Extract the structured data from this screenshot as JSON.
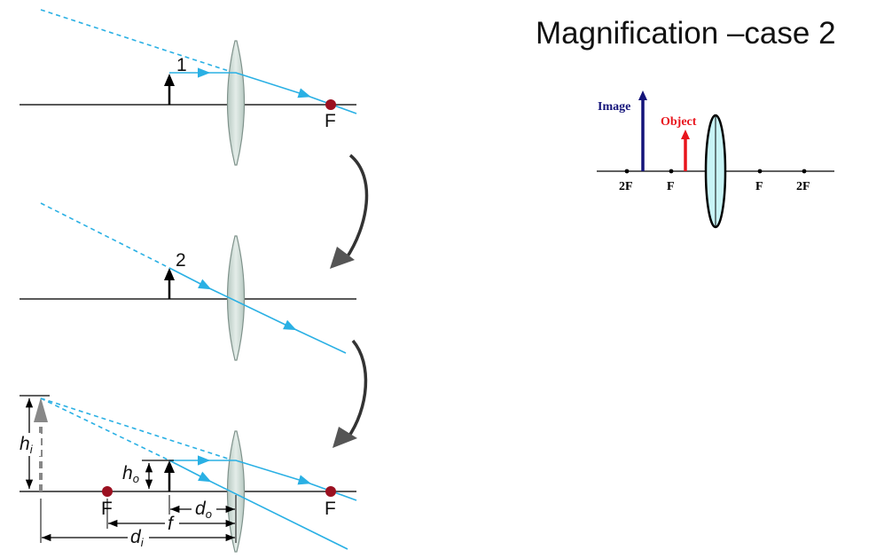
{
  "title": "Magnification –case 2",
  "left_diagram": {
    "ray_1_label": "1",
    "ray_2_label": "2",
    "focal_label": "F",
    "h_i": "h",
    "h_i_sub": "i",
    "h_o": "h",
    "h_o_sub": "o",
    "d_o": "d",
    "d_o_sub": "o",
    "f": "f",
    "d_i": "d",
    "d_i_sub": "i"
  },
  "right_diagram": {
    "image_label": "Image",
    "object_label": "Object",
    "axis_labels": [
      "2F",
      "F",
      "F",
      "2F"
    ]
  },
  "colors": {
    "ray": "#2ab0e4",
    "focal_point": "#9b1020",
    "lens": "#cfdcd6",
    "image_arrow": "#14147a",
    "object_arrow": "#e8141c",
    "small_lens": "#c8f4f6"
  }
}
